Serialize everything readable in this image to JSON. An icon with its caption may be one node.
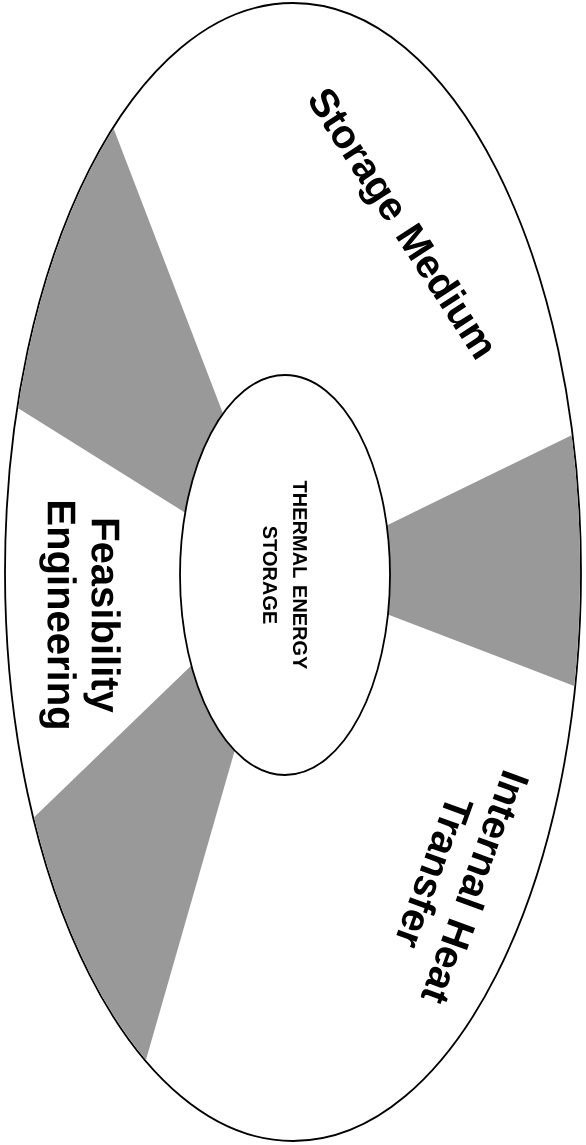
{
  "diagram": {
    "nodes": [
      {
        "text": [],
        "shape": "ellipse"
      },
      {
        "text": [],
        "shape": "wedge",
        "in": 0
      },
      {
        "text": [],
        "shape": "wedge",
        "in": 0
      },
      {
        "text": [
          "THERMAL ENERGY STORAGE"
        ],
        "in": 0
      },
      {
        "text": [],
        "shape": "wedge",
        "in": 0
      }
    ],
    "labels": [
      "Storage Medium",
      "Internal Heat Transfer",
      "Feasibility Engineering"
    ]
  }
}
